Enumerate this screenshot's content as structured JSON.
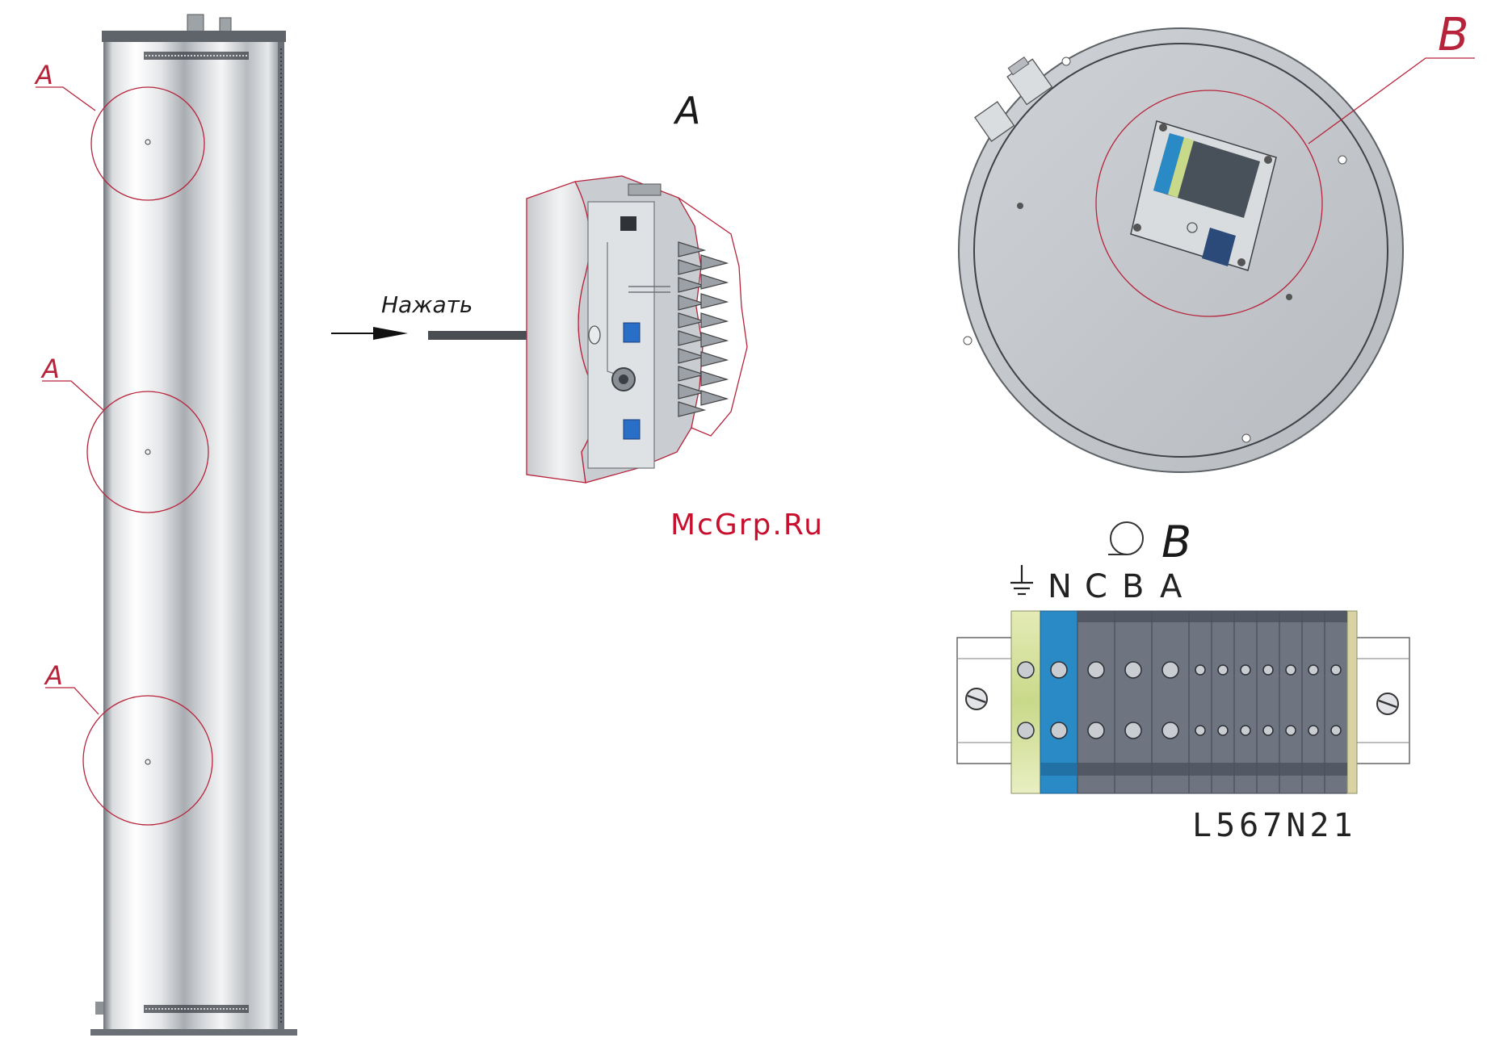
{
  "colors": {
    "callout": "#b7233a",
    "watermark": "#c8102e",
    "steel_light": "#eef0f2",
    "steel_dark": "#8a8f96",
    "terminal_blue": "#2a8ac6",
    "terminal_green_yellow": "#d7e3a2",
    "terminal_gray": "#6e7581"
  },
  "column": {
    "callouts": [
      "A",
      "A",
      "A"
    ]
  },
  "detail_a": {
    "title": "A",
    "press_label": "Нажать"
  },
  "top_view": {
    "callout": "B"
  },
  "detail_b": {
    "title": "B",
    "ground_icon": "ground-icon",
    "rotate_icon": "rotate-view-icon",
    "terminal_labels": [
      "N",
      "C",
      "B",
      "A"
    ],
    "part_number": "L567N21"
  },
  "watermark": "McGrp.Ru"
}
